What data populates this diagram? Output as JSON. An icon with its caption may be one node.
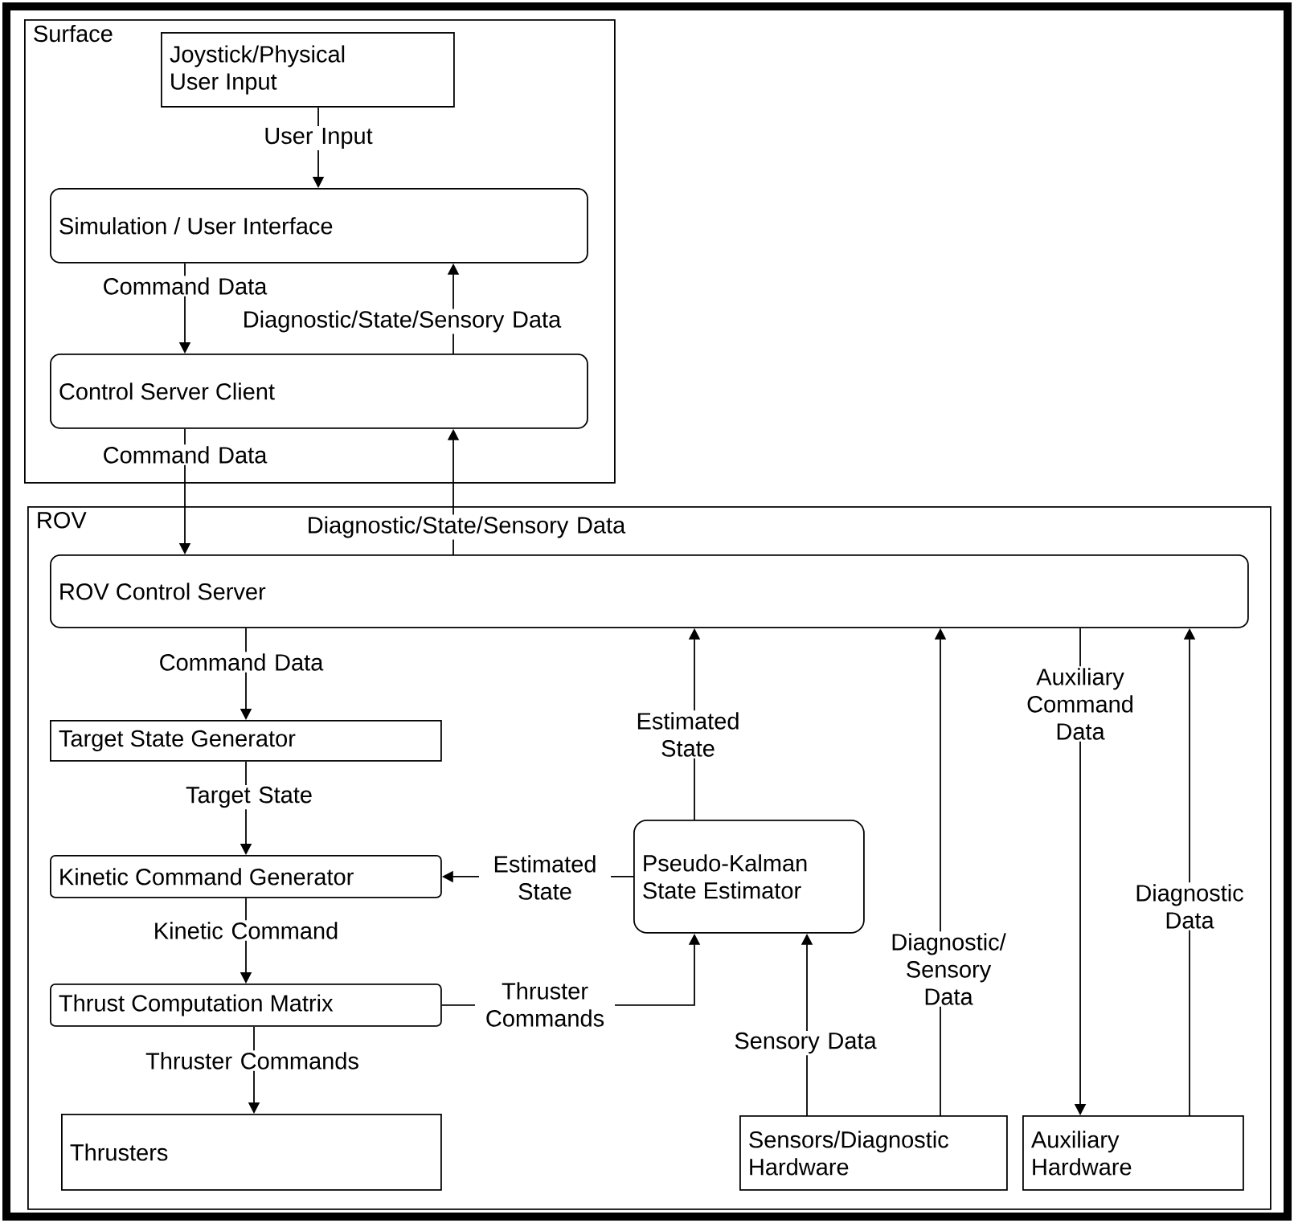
{
  "diagram": {
    "nodes": [
      {
        "text": [
          "Surface"
        ]
      },
      {
        "text": [
          "Joystick/Physical User Input"
        ],
        "in": 0
      },
      {
        "text": [
          "Simulation / User Interface"
        ],
        "in": 0
      },
      {
        "text": [
          "Control Server Client"
        ],
        "in": 0
      },
      {
        "text": [
          "ROV"
        ]
      },
      {
        "text": [
          "ROV Control Server"
        ],
        "in": 4
      },
      {
        "text": [
          "Target State Generator"
        ],
        "in": 4
      },
      {
        "text": [
          "Kinetic Command Generator"
        ],
        "in": 4
      },
      {
        "text": [
          "Thrust Computation Matrix"
        ],
        "in": 4
      },
      {
        "text": [
          "Thrusters"
        ],
        "in": 4
      },
      {
        "text": [
          "Pseudo-Kalman State Estimator"
        ],
        "in": 4
      },
      {
        "text": [
          "Sensors/Diagnostic Hardware"
        ],
        "in": 4
      },
      {
        "text": [
          "Auxiliary Hardware"
        ],
        "in": 4
      }
    ],
    "edges": [
      {
        "from": 1,
        "to": 2,
        "arrow": "to",
        "label": "User Input"
      },
      {
        "from": 2,
        "to": 3,
        "arrow": "to",
        "label": "Command Data"
      },
      {
        "from": 3,
        "to": 2,
        "arrow": "to",
        "label": "Diagnostic/State/Sensory Data"
      },
      {
        "from": 3,
        "to": 5,
        "arrow": "to",
        "label": "Command Data"
      },
      {
        "from": 5,
        "to": 3,
        "arrow": "to",
        "label": "Diagnostic/State/Sensory Data"
      },
      {
        "from": 5,
        "to": 6,
        "arrow": "to",
        "label": "Command Data"
      },
      {
        "from": 6,
        "to": 7,
        "arrow": "to",
        "label": "Target State"
      },
      {
        "from": 7,
        "to": 8,
        "arrow": "to",
        "label": "Kinetic Command"
      },
      {
        "from": 8,
        "to": 9,
        "arrow": "to",
        "label": "Thruster Commands"
      },
      {
        "from": 10,
        "to": 7,
        "arrow": "to",
        "label": "Estimated State"
      },
      {
        "from": 8,
        "to": 10,
        "arrow": "to",
        "label": "Thruster Commands"
      },
      {
        "from": 10,
        "to": 5,
        "arrow": "to",
        "label": "Estimated State"
      },
      {
        "from": 11,
        "to": 10,
        "arrow": "to",
        "label": "Sensory Data"
      },
      {
        "from": 11,
        "to": 5,
        "arrow": "to",
        "label": "Diagnostic/ Sensory Data"
      },
      {
        "from": 5,
        "to": 12,
        "arrow": "to",
        "label": "Auxiliary Command Data"
      },
      {
        "from": 12,
        "to": 5,
        "arrow": "to",
        "label": "Diagnostic Data"
      }
    ]
  }
}
